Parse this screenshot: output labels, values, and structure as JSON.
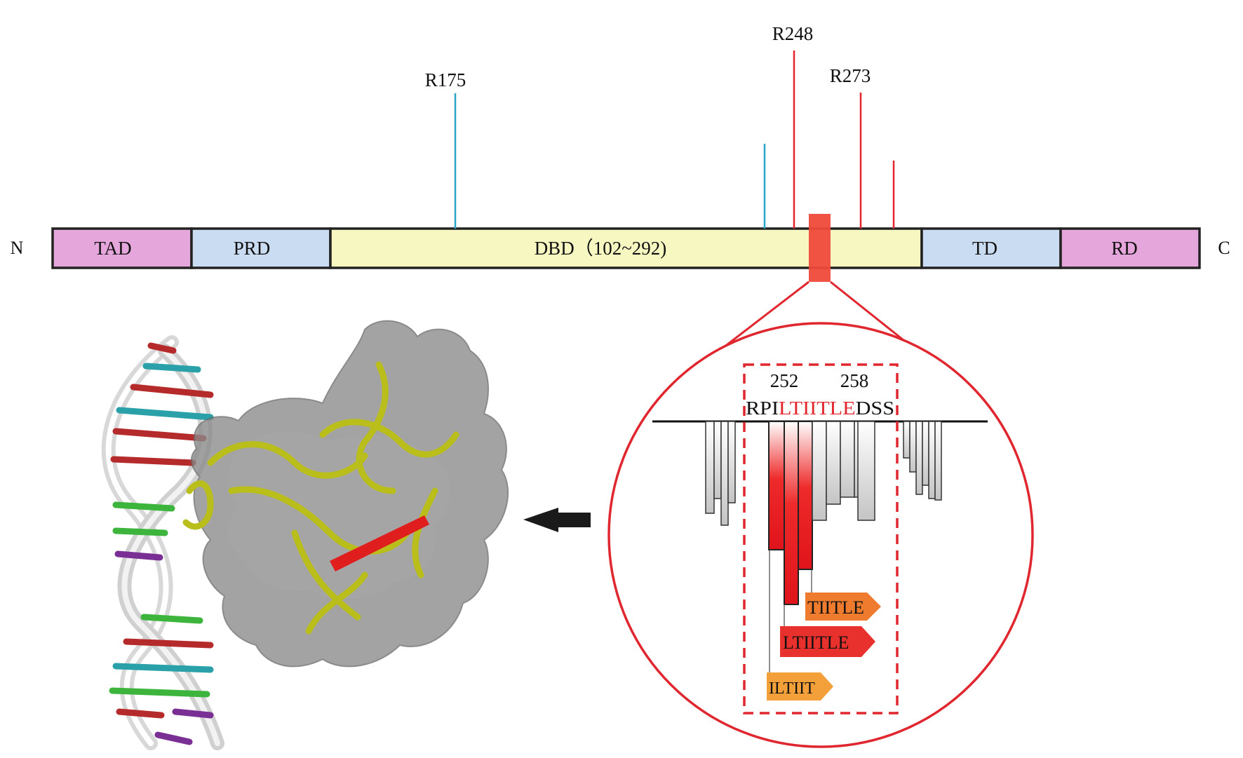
{
  "terminals": {
    "n": "N",
    "c": "C"
  },
  "domains": [
    {
      "label": "TAD",
      "color": "#e5a6dc"
    },
    {
      "label": "PRD",
      "color": "#cadcf2"
    },
    {
      "label": "DBD（102~292)",
      "color": "#f7f7c2"
    },
    {
      "label": "TD",
      "color": "#cadcf2"
    },
    {
      "label": "RD",
      "color": "#e5a6dc"
    }
  ],
  "mutations": [
    {
      "label": "R175",
      "color": "#2aa6c8"
    },
    {
      "label": "R248",
      "color": "#e3262e"
    },
    {
      "label": "R273",
      "color": "#e3262e"
    }
  ],
  "zoom": {
    "pos_start": "252",
    "pos_end": "258",
    "seq_prefix": "RPI",
    "seq_core": "LTIITLE",
    "seq_suffix": "DSS",
    "peptides": [
      {
        "label": "TIITLE",
        "color": "#ee7b2e"
      },
      {
        "label": "LTIITLE",
        "color": "#e8312d"
      },
      {
        "label": "ILTIIT",
        "color": "#f3a03a"
      }
    ]
  },
  "colors": {
    "mut_blue": "#2aa6c8",
    "mut_red": "#e3262e",
    "highlight": "#ef4a3a",
    "circle": "#e0262e",
    "arrow": "#1a1a1a"
  },
  "icons": [
    "left-arrow-icon",
    "protein-dna-structure-icon"
  ]
}
